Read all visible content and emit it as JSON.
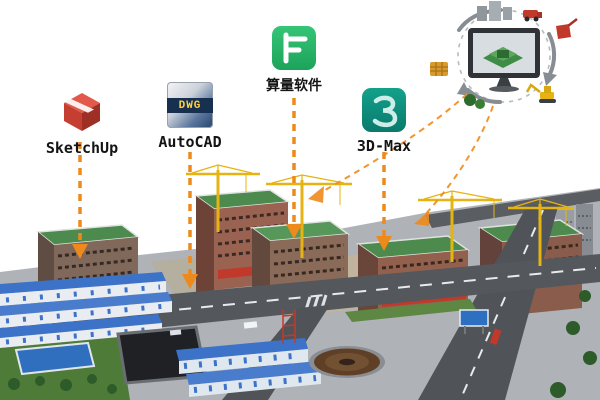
{
  "diagram": {
    "tools": [
      {
        "id": "sketchup",
        "label": "SketchUp",
        "icon": "sketchup-logo-icon"
      },
      {
        "id": "autocad",
        "label": "AutoCAD",
        "badge": "DWG",
        "icon": "dwg-file-icon"
      },
      {
        "id": "quantity-takeoff",
        "label": "算量软件",
        "icon": "ruler-square-icon"
      },
      {
        "id": "3dmax",
        "label": "3D-Max",
        "icon": "3dsmax-logo-icon"
      }
    ],
    "workflow_circle": {
      "center_icon": "computer-monitor-with-3d-model-icon",
      "surrounding_icons": [
        "buildings-icon",
        "dump-truck-icon",
        "red-machinery-icon",
        "excavator-icon",
        "trees-icon",
        "material-stack-icon"
      ]
    },
    "colors": {
      "arrow_orange": "#ee8a1c",
      "sketchup_red": "#e2584a",
      "dwg_navy": "#17304f",
      "dwg_yellow": "#ffd23e",
      "quantity_green": "#1ca35b",
      "max_teal": "#0a7a6c",
      "roof_green": "#4c8a4e",
      "road_gray": "#54585c",
      "office_roof_blue": "#3c72c8"
    }
  }
}
